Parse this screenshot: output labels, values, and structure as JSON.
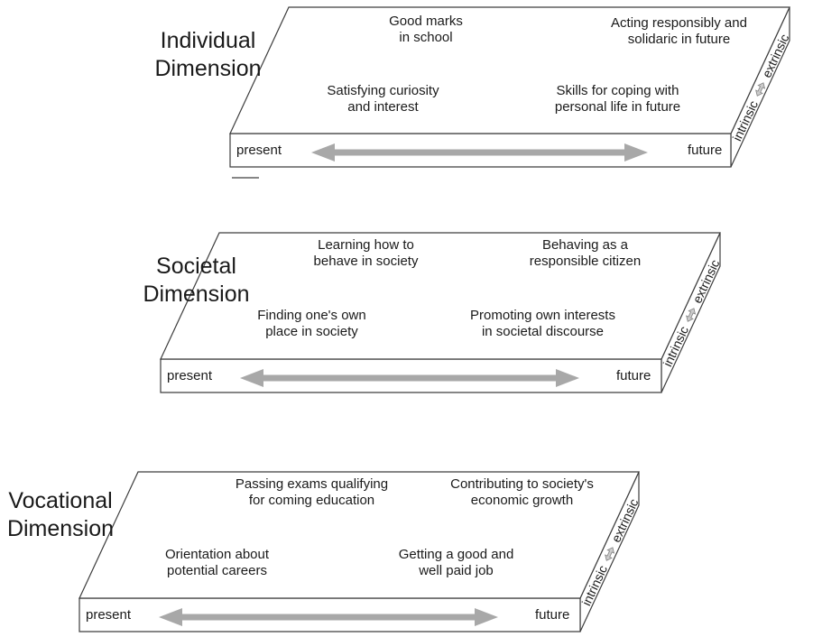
{
  "diagram": {
    "colors": {
      "outline": "#3d3d3d",
      "arrow": "#a8a8a8",
      "arrow_icon_fill": "#cccccc",
      "arrow_icon_stroke": "#808080",
      "text": "#1a1a1a",
      "background": "#ffffff"
    },
    "panels": [
      {
        "title": "Individual\nDimension",
        "items": [
          {
            "text": "Good marks\nin school"
          },
          {
            "text": "Acting responsibly and\nsolidaric in future"
          },
          {
            "text": "Satisfying curiosity\nand interest"
          },
          {
            "text": "Skills for coping with\npersonal life in future"
          }
        ],
        "timeline": {
          "left": "present",
          "right": "future"
        },
        "axis": {
          "left": "intrinsic",
          "right": "extrinsic"
        }
      },
      {
        "title": "Societal\nDimension",
        "items": [
          {
            "text": "Learning how to\nbehave in society"
          },
          {
            "text": "Behaving as a\nresponsible citizen"
          },
          {
            "text": "Finding one's own\nplace in society"
          },
          {
            "text": "Promoting own interests\nin societal discourse"
          }
        ],
        "timeline": {
          "left": "present",
          "right": "future"
        },
        "axis": {
          "left": "intrinsic",
          "right": "extrinsic"
        }
      },
      {
        "title": "Vocational\nDimension",
        "items": [
          {
            "text": "Passing exams qualifying\nfor coming education"
          },
          {
            "text": "Contributing to society's\neconomic growth"
          },
          {
            "text": "Orientation about\npotential careers"
          },
          {
            "text": "Getting a good and\nwell paid job"
          }
        ],
        "timeline": {
          "left": "present",
          "right": "future"
        },
        "axis": {
          "left": "intrinsic",
          "right": "extrinsic"
        }
      }
    ]
  }
}
